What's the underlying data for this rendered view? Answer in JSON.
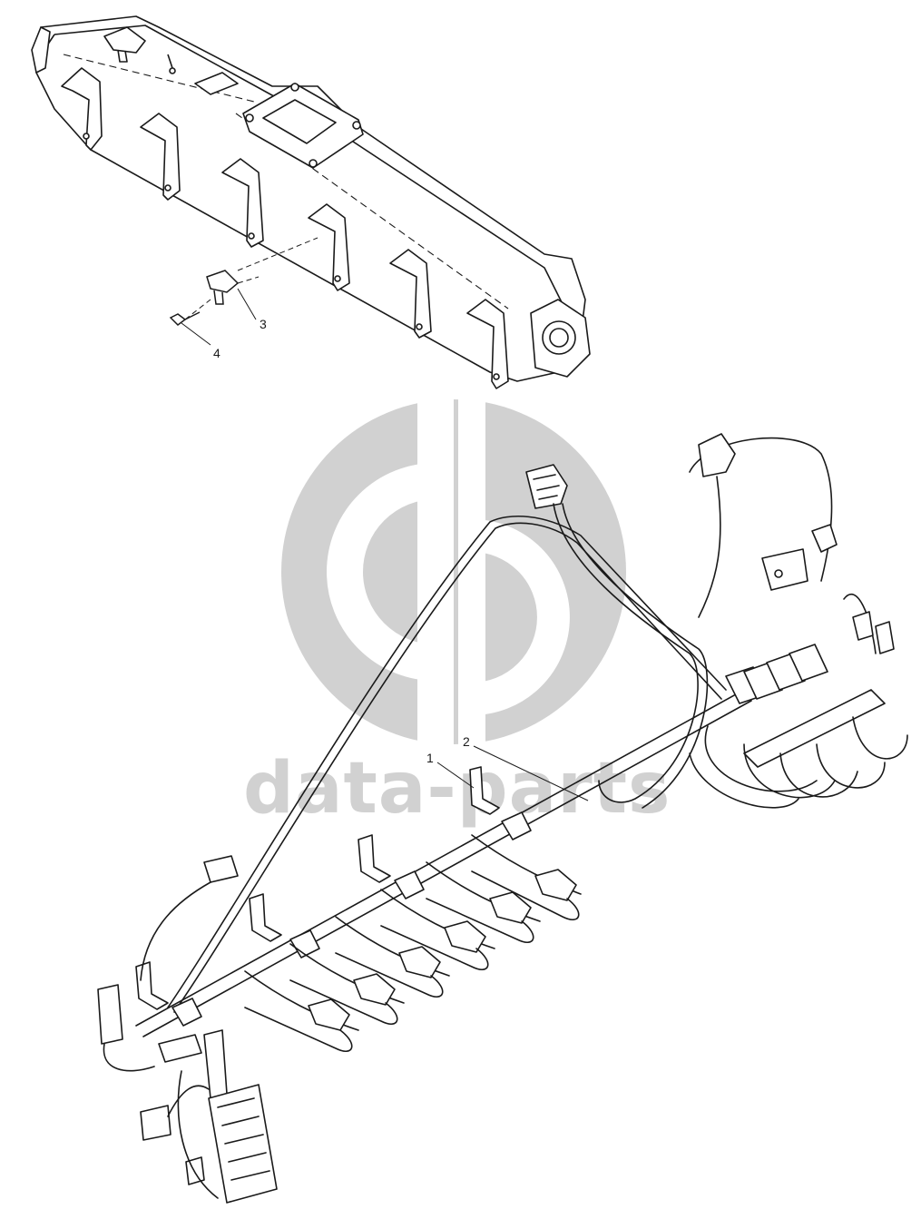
{
  "colors": {
    "line": "#1a1a1a",
    "watermark": "#cfcfcf",
    "background": "#ffffff"
  },
  "watermark": {
    "text": "data-parts",
    "logo": "gd-logo-icon"
  },
  "callouts": [
    {
      "id": "1",
      "label": "1"
    },
    {
      "id": "2",
      "label": "2"
    },
    {
      "id": "3",
      "label": "3"
    },
    {
      "id": "4",
      "label": "4"
    }
  ]
}
